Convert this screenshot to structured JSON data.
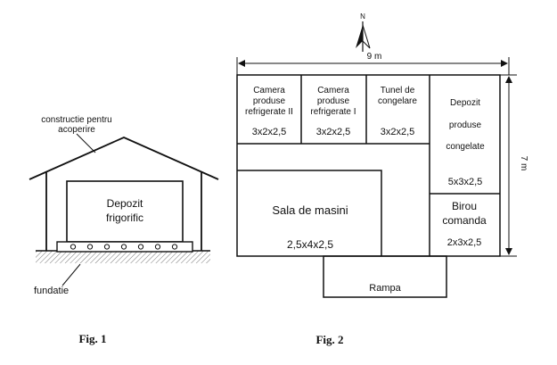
{
  "fig1": {
    "roof_label_line1": "constructie pentru",
    "roof_label_line2": "acoperire",
    "depot_line1": "Depozit",
    "depot_line2": "frigorific",
    "foundation_label": "fundatie",
    "caption": "Fig. 1"
  },
  "fig2": {
    "north": "N",
    "width_dim": "9 m",
    "height_dim": "7 m",
    "rooms": {
      "camera2": {
        "l1": "Camera",
        "l2": "produse",
        "l3": "refrigerate II",
        "size": "3x2x2,5"
      },
      "camera1": {
        "l1": "Camera",
        "l2": "produse",
        "l3": "refrigerate I",
        "size": "3x2x2,5"
      },
      "tunel": {
        "l1": "Tunel de",
        "l2": "congelare",
        "size": "3x2x2,5"
      },
      "depozit": {
        "l1": "Depozit",
        "l2": "produse",
        "l3": "congelate",
        "size": "5x3x2,5"
      },
      "sala": {
        "l1": "Sala de masini",
        "size": "2,5x4x2,5"
      },
      "birou": {
        "l1": "Birou",
        "l2": "comanda",
        "size": "2x3x2,5"
      },
      "rampa": {
        "l1": "Rampa"
      }
    },
    "caption": "Fig. 2"
  }
}
